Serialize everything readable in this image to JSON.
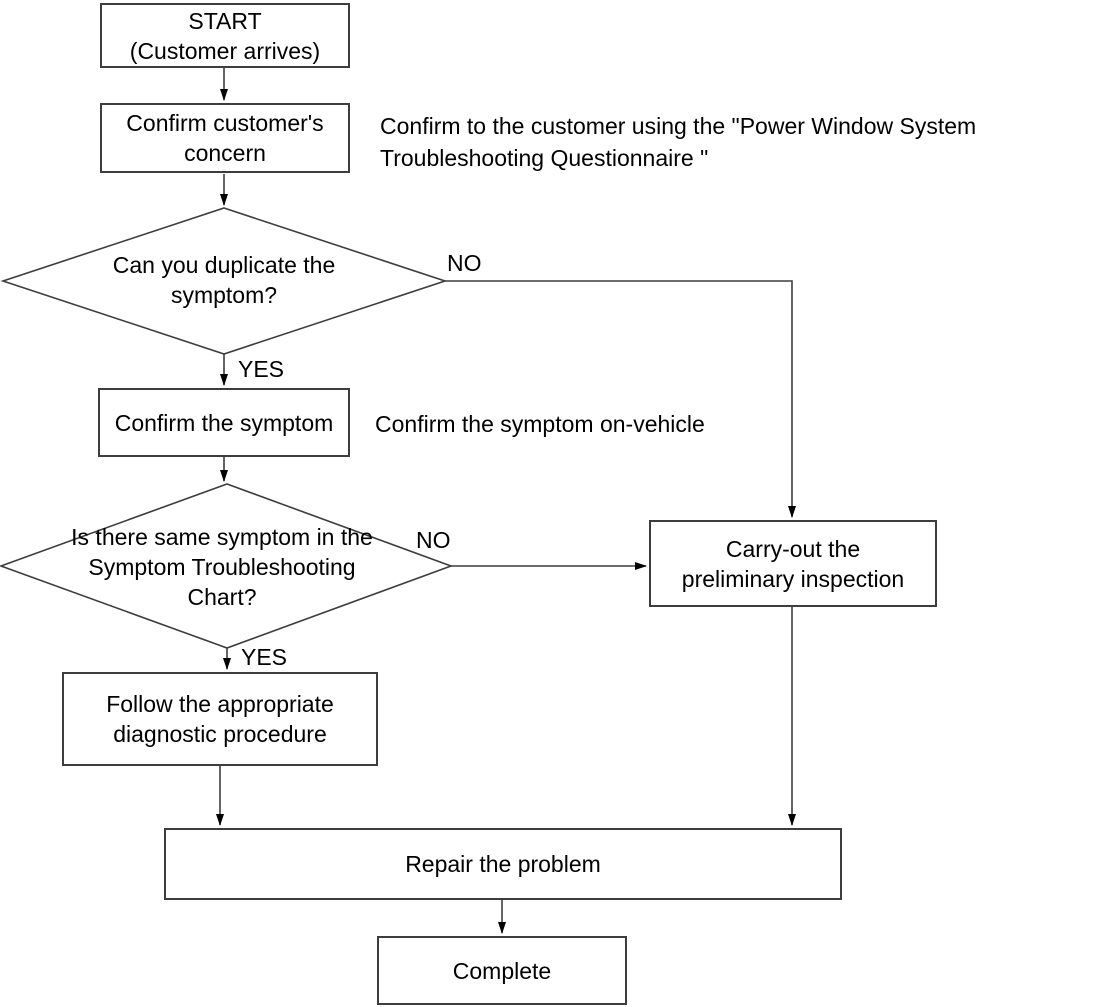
{
  "diagram": {
    "nodes": {
      "start": {
        "lines": [
          "START",
          "(Customer arrives)"
        ]
      },
      "confirm_concern": {
        "lines": [
          "Confirm customer's",
          "concern"
        ]
      },
      "confirm_symptom": {
        "lines": [
          "Confirm the symptom"
        ]
      },
      "carry_out": {
        "lines": [
          "Carry-out the",
          "preliminary inspection"
        ]
      },
      "follow": {
        "lines": [
          "Follow the appropriate",
          "diagnostic procedure"
        ]
      },
      "repair": {
        "lines": [
          "Repair the problem"
        ]
      },
      "complete": {
        "lines": [
          "Complete"
        ]
      }
    },
    "decisions": {
      "duplicate_symptom": {
        "lines": [
          "Can you duplicate the",
          "symptom?"
        ]
      },
      "same_symptom": {
        "lines": [
          "Is there same symptom in the",
          "Symptom Troubleshooting",
          "Chart?"
        ]
      }
    },
    "branch_labels": {
      "no1": "NO",
      "yes1": "YES",
      "no2": "NO",
      "yes2": "YES"
    },
    "annotations": {
      "questionnaire": {
        "lines": [
          "Confirm to the customer using the \"Power Window System",
          "Troubleshooting Questionnaire \""
        ]
      },
      "on_vehicle": "Confirm the symptom on-vehicle"
    },
    "colors": {
      "line": "#3d3d3d",
      "arrowhead": "#000000",
      "text": "#000000",
      "background": "#ffffff"
    }
  }
}
